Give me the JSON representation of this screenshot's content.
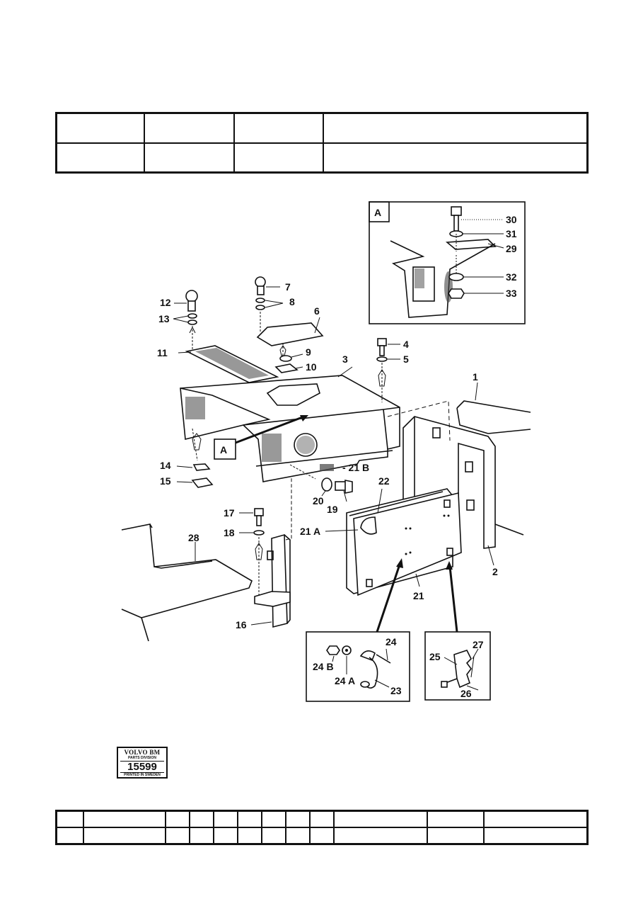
{
  "stamp": {
    "brand": "VOLVO BM",
    "division": "PARTS DIVISION",
    "number": "15599",
    "printed": "PRINTED IN SWEDEN"
  },
  "detail": {
    "tag": "A"
  },
  "callouts": {
    "c1": "1",
    "c2": "2",
    "c3": "3",
    "c4": "4",
    "c5": "5",
    "c6": "6",
    "c7": "7",
    "c8": "8",
    "c9": "9",
    "c10": "10",
    "c11": "11",
    "c12": "12",
    "c13": "13",
    "c14": "14",
    "c15": "15",
    "c16": "16",
    "c17": "17",
    "c18": "18",
    "c19": "19",
    "c20": "20",
    "c21": "21",
    "c21a": "21 A",
    "c21b": "- 21 B",
    "c22": "22",
    "c23": "23",
    "c24": "24",
    "c24a": "24 A",
    "c24b": "24 B",
    "c25": "25",
    "c26": "26",
    "c27": "27",
    "c28": "28",
    "c29": "29",
    "c30": "30",
    "c31": "31",
    "c32": "32",
    "c33": "33",
    "cA": "A"
  }
}
